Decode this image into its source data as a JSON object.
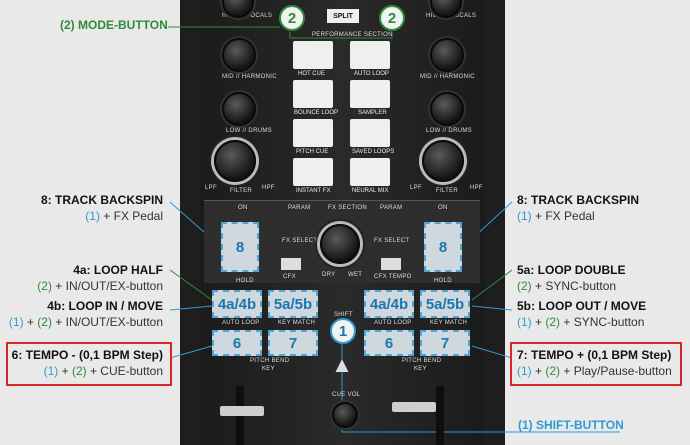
{
  "top": {
    "mode_badge_left": "2",
    "mode_badge_right": "2",
    "split_label": "SPLIT",
    "high_vocals": "HIGH // VOCALS",
    "performance_section": "PERFORMANCE SECTION"
  },
  "eq": {
    "mid_harmonic": "MID // HARMONIC",
    "low_drums": "LOW // DRUMS"
  },
  "filter": {
    "lpf": "LPF",
    "hpf": "HPF",
    "label": "FILTER"
  },
  "pads": [
    {
      "label": "HOT CUE"
    },
    {
      "label": "AUTO LOOP"
    },
    {
      "label": "BOUNCE LOOP"
    },
    {
      "label": "SAMPLER"
    },
    {
      "label": "PITCH CUE"
    },
    {
      "label": "SAVED LOOPS"
    },
    {
      "label": "INSTANT FX"
    },
    {
      "label": "NEURAL MIX"
    }
  ],
  "fx": {
    "on": "ON",
    "param": "PARAM",
    "section": "FX SECTION",
    "fx_select": "FX SELECT",
    "cfx": "CFX",
    "cfx_tempo": "CFX TEMPO",
    "dry": "DRY",
    "wet": "WET",
    "hold": "HOLD"
  },
  "buttons": {
    "backspin_left": "8",
    "backspin_right": "8",
    "loop_left_a": "4a/4b",
    "loop_left_b": "5a/5b",
    "loop_right_a": "4a/4b",
    "loop_right_b": "5a/5b",
    "auto_loop": "AUTO LOOP",
    "key_match": "KEY MATCH",
    "tempo_left_a": "6",
    "tempo_left_b": "7",
    "tempo_right_a": "6",
    "tempo_right_b": "7",
    "pitch_bend": "PITCH BEND",
    "key": "KEY",
    "shift_badge": "1",
    "shift_top": "SHIFT",
    "cue_vol": "CUE VOL"
  },
  "annotations": {
    "mode_button": "(2) MODE-BUTTON",
    "shift_button": "(1) SHIFT-BUTTON",
    "track_backspin_left": {
      "title": "8: TRACK BACKSPIN",
      "sub_num": "(1)",
      "sub_text": " + FX Pedal"
    },
    "track_backspin_right": {
      "title": "8: TRACK BACKSPIN",
      "sub_num": "(1)",
      "sub_text": " + FX Pedal"
    },
    "loop_half": {
      "title": "4a: LOOP HALF",
      "sub_num": "(2)",
      "sub_text": " + IN/OUT/EX-button"
    },
    "loop_in_move": {
      "title": "4b: LOOP IN / MOVE",
      "sub_num1": "(1)",
      "plus": " + ",
      "sub_num2": "(2)",
      "sub_text": " + IN/OUT/EX-button"
    },
    "tempo_minus": {
      "title": "6: TEMPO - (0,1 BPM Step)",
      "sub_num1": "(1)",
      "plus": " + ",
      "sub_num2": "(2)",
      "sub_text": " + CUE-button"
    },
    "loop_double": {
      "title": "5a: LOOP DOUBLE",
      "sub_num": "(2)",
      "sub_text": " + SYNC-button"
    },
    "loop_out_move": {
      "title": "5b: LOOP OUT / MOVE",
      "sub_num1": "(1)",
      "plus": " + ",
      "sub_num2": "(2)",
      "sub_text": " + SYNC-button"
    },
    "tempo_plus": {
      "title": "7: TEMPO + (0,1 BPM Step)",
      "sub_num1": "(1)",
      "plus": " + ",
      "sub_num2": "(2)",
      "sub_text": " + Play/Pause-button"
    }
  },
  "colors": {
    "blue": "#2f9bd1",
    "green": "#2e8b3a",
    "red": "#d62828"
  }
}
